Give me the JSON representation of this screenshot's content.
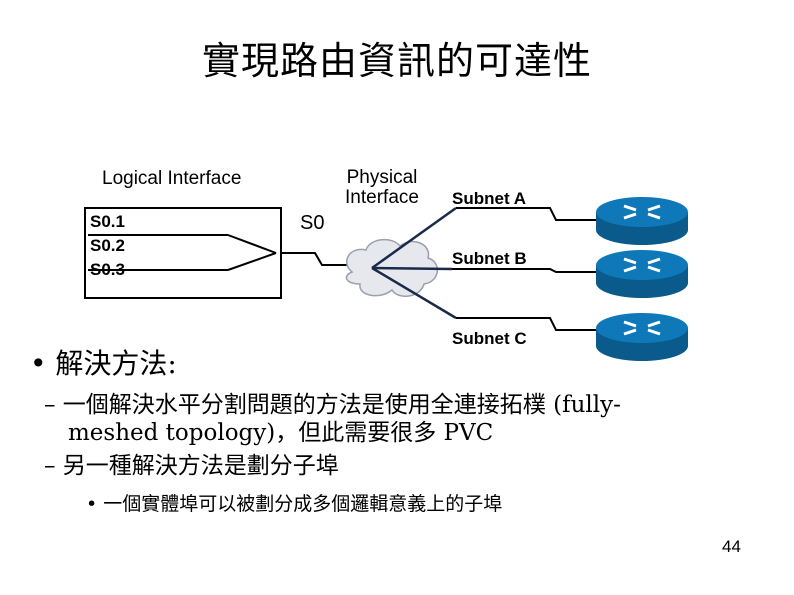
{
  "slide": {
    "title": "實現路由資訊的可達性",
    "page_number": "44"
  },
  "diagram": {
    "logical_interface_label": "Logical Interface",
    "physical_interface_label_line1": "Physical",
    "physical_interface_label_line2": "Interface",
    "physical_port": "S0",
    "subinterfaces": [
      "S0.1",
      "S0.2",
      "S0.3"
    ],
    "subnets": [
      "Subnet A",
      "Subnet B",
      "Subnet C"
    ],
    "colors": {
      "router_blue": "#0e78b8",
      "router_dark": "#0a5a8c",
      "cloud_fill": "#e6e8ee",
      "cloud_stroke": "#9aa0ad"
    }
  },
  "bullets": {
    "main": "• 解決方法:",
    "sub1_line1": "– 一個解決水平分割問題的方法是使用全連接拓樸 (fully-",
    "sub1_line2": "meshed topology)，但此需要很多 PVC",
    "sub2": "– 另一種解決方法是劃分子埠",
    "subsub1": "• 一個實體埠可以被劃分成多個邏輯意義上的子埠"
  }
}
